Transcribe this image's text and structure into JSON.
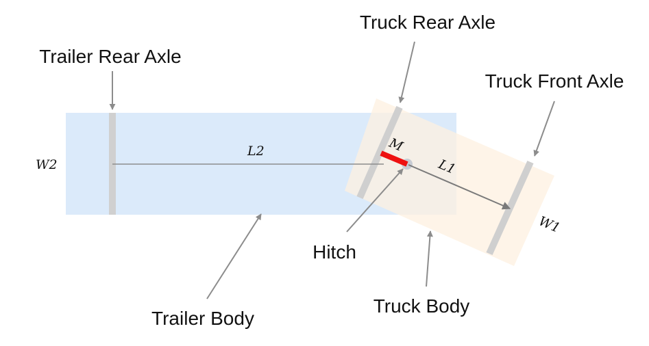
{
  "labels": {
    "trailer_rear_axle": "Trailer Rear Axle",
    "truck_rear_axle": "Truck Rear Axle",
    "truck_front_axle": "Truck Front Axle",
    "hitch": "Hitch",
    "trailer_body": "Trailer Body",
    "truck_body": "Truck Body"
  },
  "symbols": {
    "w2": "W2",
    "w1": "W1",
    "l2": "L2",
    "l1": "L1",
    "m": "M"
  },
  "colors": {
    "trailer_body": "#dbeafa",
    "truck_body": "#fdf0e0",
    "axle": "#d0d0d0",
    "hitch_bar": "#ee1111",
    "arrow": "#8c8c8c"
  }
}
